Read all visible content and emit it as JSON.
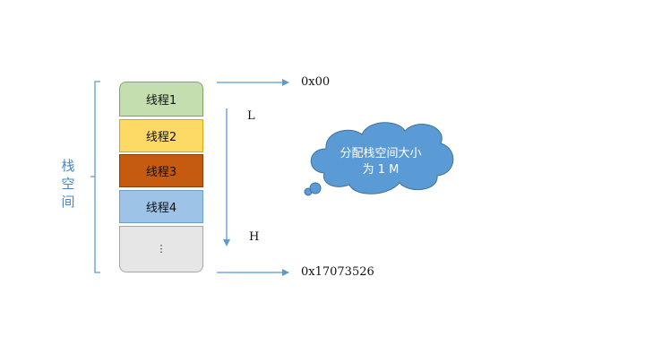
{
  "side_label": "栈\n空\n间",
  "threads": [
    {
      "label": "线程1",
      "color": "#c5deb0"
    },
    {
      "label": "线程2",
      "color": "#fdd965"
    },
    {
      "label": "线程3",
      "color": "#c55a11"
    },
    {
      "label": "线程4",
      "color": "#9dc3e6"
    }
  ],
  "ellipsis": "⋮",
  "address_top": "0x00",
  "address_bottom": "0x17073526",
  "direction_low": "L",
  "direction_high": "H",
  "cloud": {
    "line1": "分配栈空间大小",
    "line2": "为 1 M",
    "color": "#5b9bd5"
  },
  "colors": {
    "line": "#5b9bd5",
    "label": "#4a86c5"
  }
}
